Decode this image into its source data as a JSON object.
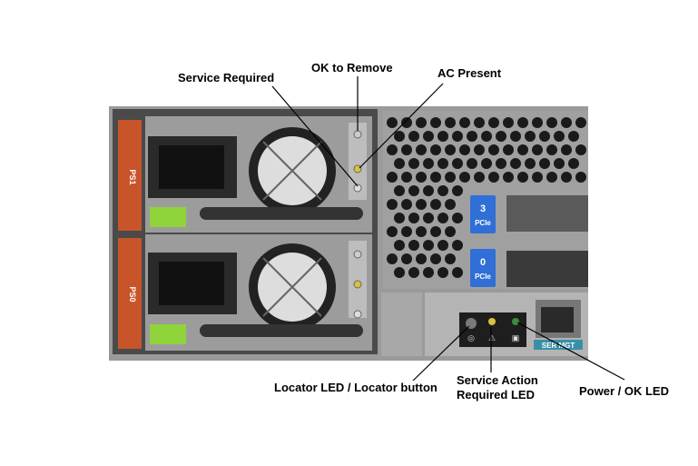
{
  "callouts": {
    "service_required": "Service Required",
    "ok_to_remove": "OK to Remove",
    "ac_present": "AC Present",
    "locator_led": "Locator LED / Locator button",
    "service_action_line1": "Service Action",
    "service_action_line2": "Required LED",
    "power_ok_led": "Power / OK LED"
  },
  "photo_labels": {
    "ps1": "PS1",
    "ps0": "PS0",
    "pcie3_num": "3",
    "pcie3_label": "PCIe",
    "pcie0_num": "0",
    "pcie0_label": "PCIe",
    "ser_mgt": "SER MGT"
  },
  "colors": {
    "chassis": "#8c8c8c",
    "psu_tab": "#c8542a",
    "handle_green": "#8fd43a",
    "pcie_blue": "#2f6fd6",
    "led_amber": "#d8c23a",
    "led_green": "#3a8f3a"
  }
}
